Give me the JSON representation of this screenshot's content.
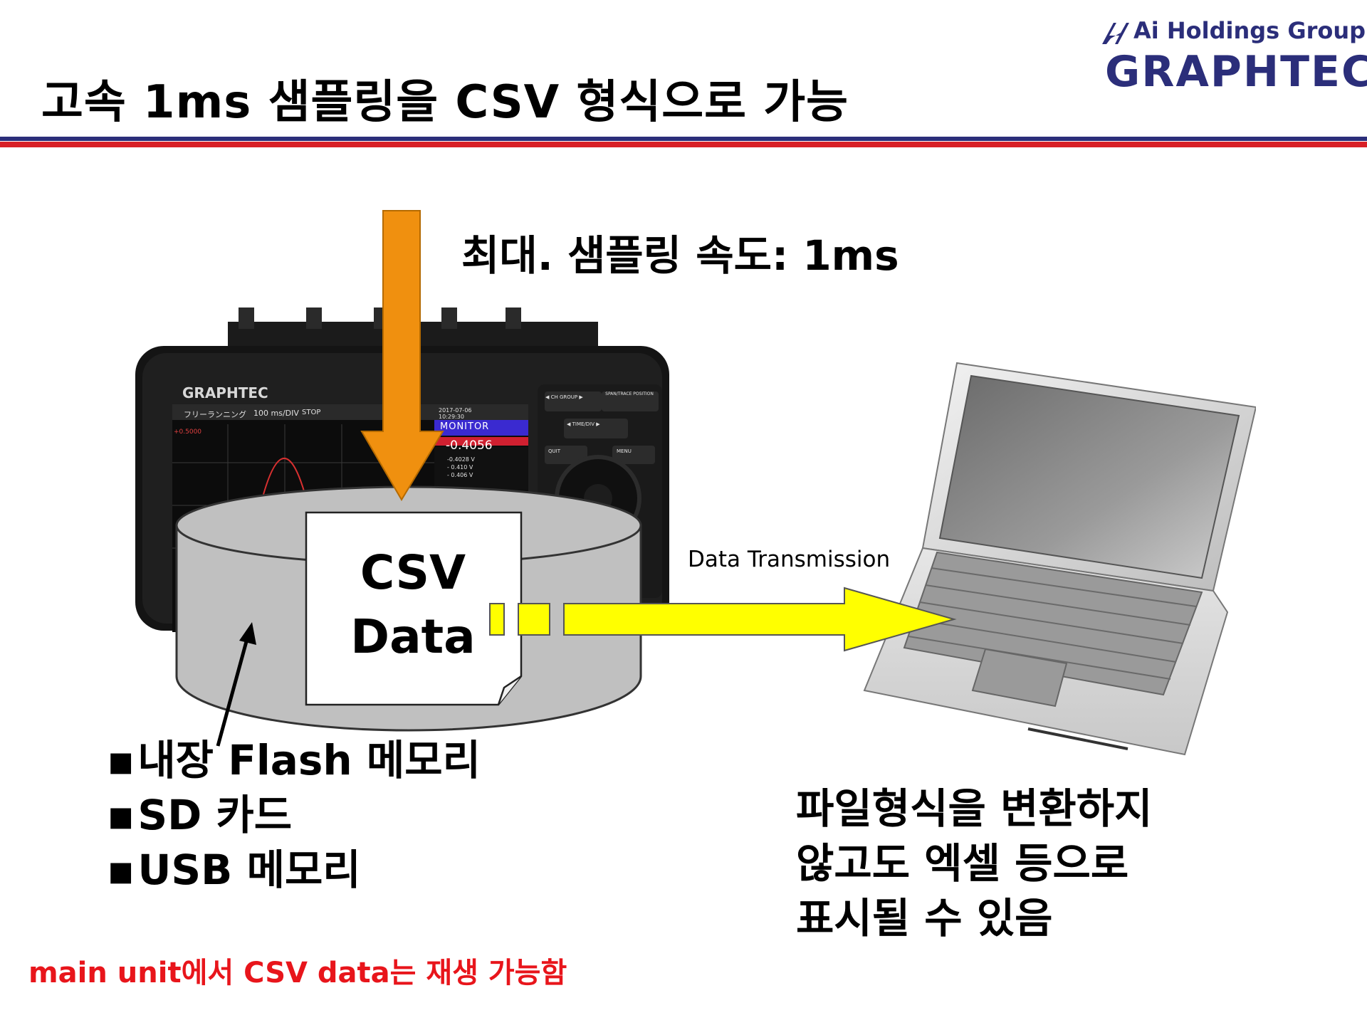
{
  "header": {
    "title": "고속 1ms 샘플링을 CSV 형식으로 가능",
    "logo_group": "Ai Holdings Group",
    "logo_brand": "GRAPHTEC"
  },
  "diagram": {
    "max_speed_label": "최대. 샘플링 속도: 1ms",
    "csv_box": {
      "line1": "CSV",
      "line2": "Data"
    },
    "transmission_label": "Data Transmission",
    "device": {
      "brand": "GRAPHTEC",
      "mode_label": "フリーランニング",
      "timebase": "100 ms/DIV",
      "status": "STOP",
      "monitor_label": "MONITOR",
      "scale_value": "+0.5000",
      "datetime": "2017-07-06 10:29:30",
      "main_reading": "-0.4056",
      "readings": [
        "-0.4028 V",
        "- 0.410 V",
        "- 0.406 V"
      ],
      "buttons": [
        "◀ CH GROUP ▶",
        "SPAN/TRACE POSITION",
        "◀ TIME/DIV ▶",
        "QUIT",
        "MENU"
      ]
    },
    "storage_items": [
      "내장 Flash 메모리",
      "SD 카드",
      "USB 메모리"
    ],
    "description_lines": [
      "파일형식을 변환하지",
      "않고도 엑셀 등으로",
      "표시될 수 있음"
    ]
  },
  "footer": {
    "note": "main unit에서 CSV data는 재생 가능함"
  },
  "colors": {
    "brand_blue": "#2b2e7a",
    "band_red": "#d81f26",
    "arrow_orange": "#f0900f",
    "arrow_yellow": "#ffff00",
    "cylinder_gray": "#c0c0c0",
    "note_red": "#e8151b"
  }
}
